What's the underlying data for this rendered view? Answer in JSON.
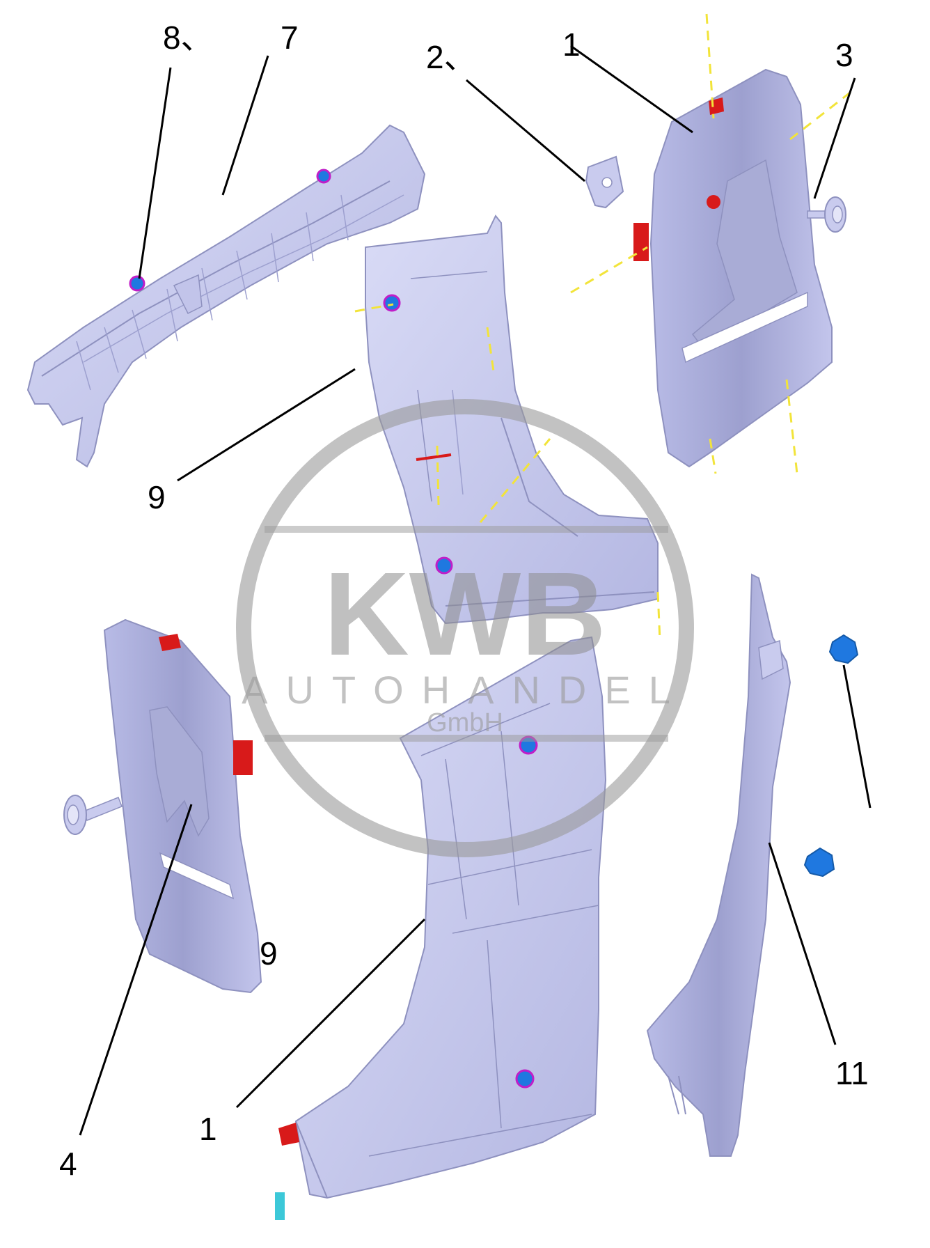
{
  "callouts": [
    {
      "id": "c8",
      "label": "8、"
    },
    {
      "id": "c7",
      "label": "7"
    },
    {
      "id": "c2",
      "label": "2、"
    },
    {
      "id": "c1a",
      "label": "1"
    },
    {
      "id": "c3",
      "label": "3"
    },
    {
      "id": "c9a",
      "label": "9"
    },
    {
      "id": "c9b",
      "label": "9"
    },
    {
      "id": "c4",
      "label": "4"
    },
    {
      "id": "c1b",
      "label": "1"
    },
    {
      "id": "c11",
      "label": "11"
    }
  ],
  "watermark": {
    "brand": "KWB",
    "line2": "AUTOHANDEL",
    "line3": "GmbH"
  },
  "colors": {
    "part_fill": "#c9cbee",
    "part_shade": "#a9acd6",
    "part_edge": "#8e91bf",
    "clip_red": "#d81a1a",
    "clip_blue": "#1f78e0",
    "clip_magenta": "#c01ec8",
    "axis_yellow": "#f2e43a",
    "leader": "#000000",
    "watermark_gray": "#9a9a9a"
  }
}
